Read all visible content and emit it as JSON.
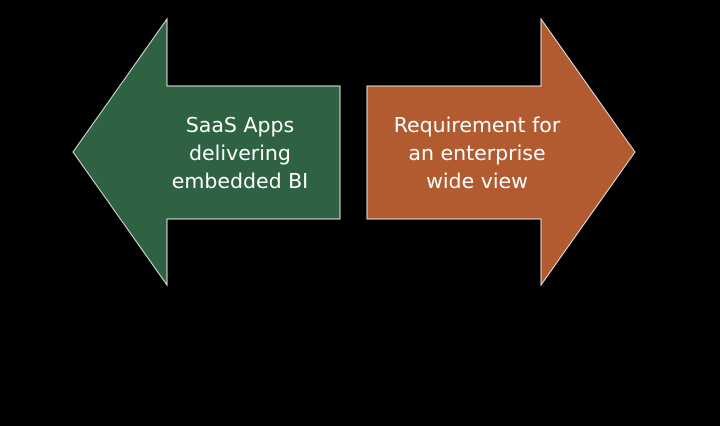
{
  "diagram": {
    "left_arrow": {
      "direction": "left",
      "color": "#2e6242",
      "lines": [
        "SaaS Apps",
        "delivering",
        "embedded BI"
      ]
    },
    "right_arrow": {
      "direction": "right",
      "color": "#b25b30",
      "lines": [
        "Requirement for",
        "an enterprise",
        "wide view"
      ]
    },
    "background": "#000000",
    "outline_color": "#e6e6e6"
  }
}
